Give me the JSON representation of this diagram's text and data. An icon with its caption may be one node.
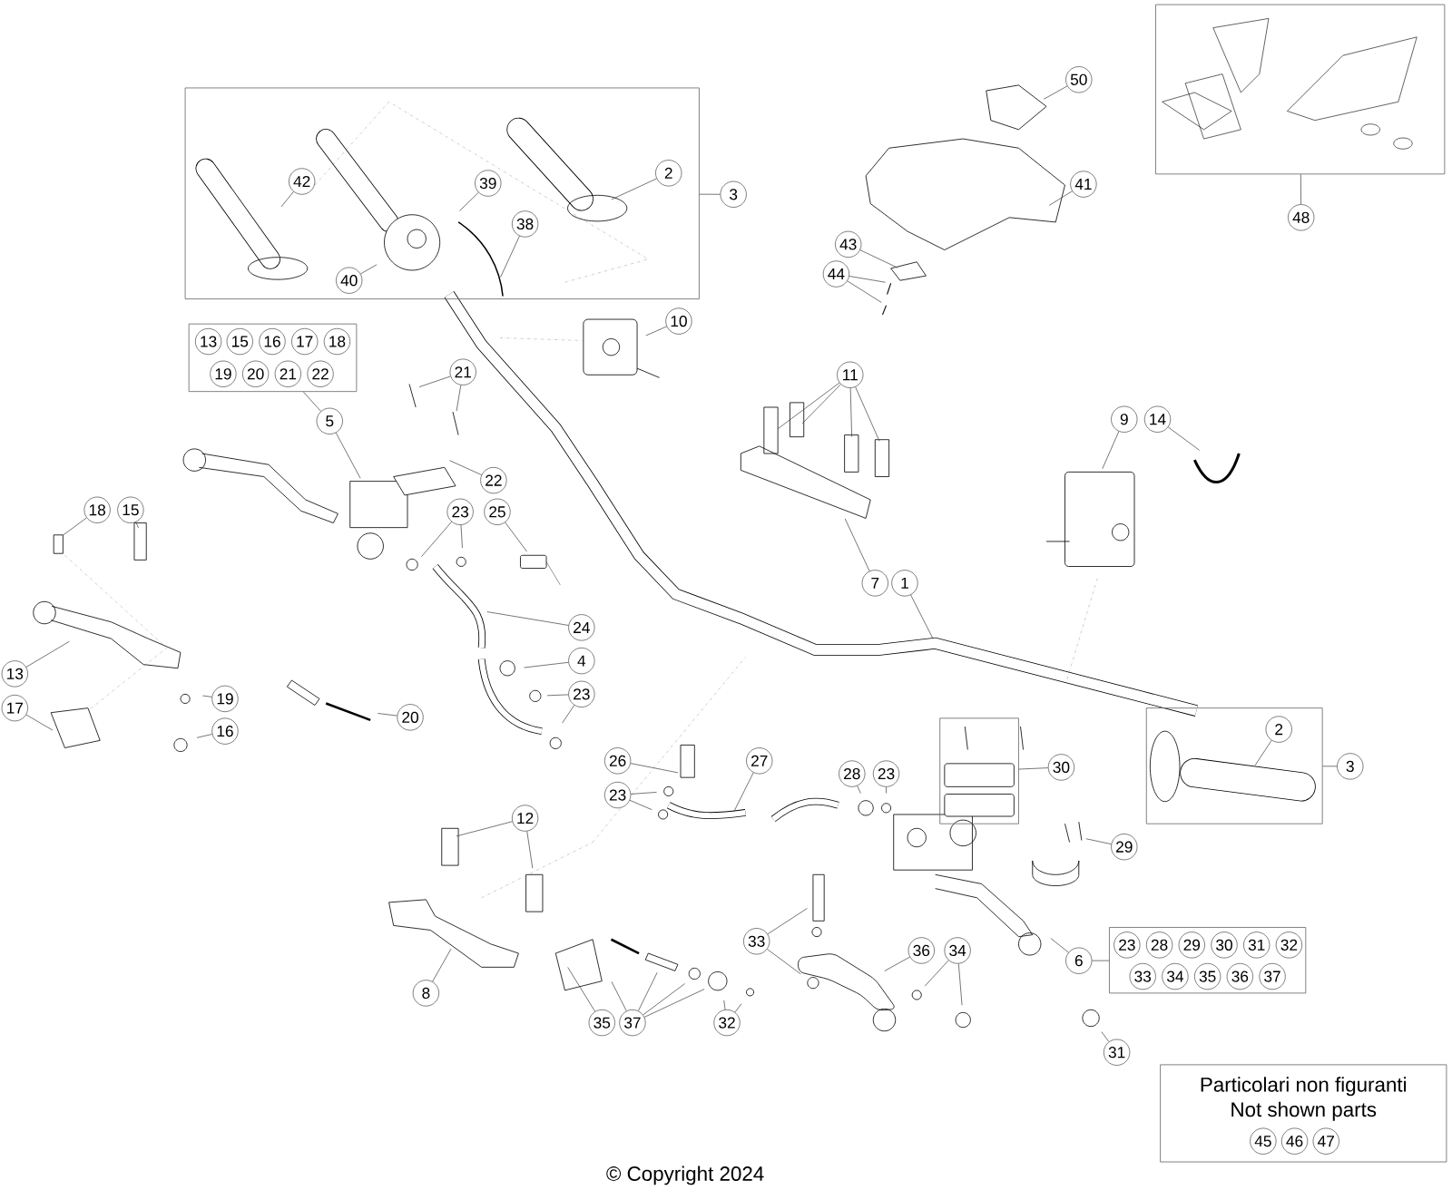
{
  "diagram": {
    "nodes": [
      {
        "text": [],
        "shape": "box"
      },
      {
        "text": [
          "42"
        ],
        "in": 0
      },
      {
        "text": [
          "39"
        ],
        "in": 0
      },
      {
        "text": [
          "2"
        ],
        "in": 0
      },
      {
        "text": [
          "38"
        ],
        "in": 0
      },
      {
        "text": [
          "40"
        ],
        "in": 0
      },
      {
        "text": [
          "3"
        ]
      },
      {
        "text": [
          "50"
        ]
      },
      {
        "text": [
          "41"
        ]
      },
      {
        "text": [
          "43"
        ]
      },
      {
        "text": [
          "44"
        ]
      },
      {
        "text": [],
        "shape": "box"
      },
      {
        "text": [
          "48"
        ]
      },
      {
        "text": [
          "10"
        ]
      },
      {
        "text": [],
        "shape": "box"
      },
      {
        "text": [
          "13"
        ],
        "in": 14
      },
      {
        "text": [
          "15"
        ],
        "in": 14
      },
      {
        "text": [
          "16"
        ],
        "in": 14
      },
      {
        "text": [
          "17"
        ],
        "in": 14
      },
      {
        "text": [
          "18"
        ],
        "in": 14
      },
      {
        "text": [
          "19"
        ],
        "in": 14
      },
      {
        "text": [
          "20"
        ],
        "in": 14
      },
      {
        "text": [
          "21"
        ],
        "in": 14
      },
      {
        "text": [
          "22"
        ],
        "in": 14
      },
      {
        "text": [
          "5"
        ]
      },
      {
        "text": [
          "21"
        ]
      },
      {
        "text": [
          "11"
        ]
      },
      {
        "text": [
          "9"
        ]
      },
      {
        "text": [
          "14"
        ]
      },
      {
        "text": [
          "22"
        ]
      },
      {
        "text": [
          "18"
        ]
      },
      {
        "text": [
          "15"
        ]
      },
      {
        "text": [
          "23"
        ]
      },
      {
        "text": [
          "25"
        ]
      },
      {
        "text": [
          "7"
        ]
      },
      {
        "text": [
          "1"
        ]
      },
      {
        "text": [
          "24"
        ]
      },
      {
        "text": [
          "13"
        ]
      },
      {
        "text": [
          "4"
        ]
      },
      {
        "text": [
          "23"
        ]
      },
      {
        "text": [
          "19"
        ]
      },
      {
        "text": [
          "20"
        ]
      },
      {
        "text": [
          "17"
        ]
      },
      {
        "text": [
          "16"
        ]
      },
      {
        "text": [],
        "shape": "box"
      },
      {
        "text": [
          "30"
        ]
      },
      {
        "text": [],
        "shape": "box"
      },
      {
        "text": [
          "2"
        ],
        "in": 46
      },
      {
        "text": [
          "3"
        ]
      },
      {
        "text": [
          "26"
        ]
      },
      {
        "text": [
          "27"
        ]
      },
      {
        "text": [
          "28"
        ]
      },
      {
        "text": [
          "23"
        ]
      },
      {
        "text": [
          "23"
        ]
      },
      {
        "text": [
          "12"
        ]
      },
      {
        "text": [
          "29"
        ]
      },
      {
        "text": [
          "33"
        ]
      },
      {
        "text": [
          "36"
        ]
      },
      {
        "text": [
          "34"
        ]
      },
      {
        "text": [
          "6"
        ]
      },
      {
        "text": [],
        "shape": "box"
      },
      {
        "text": [
          "23"
        ],
        "in": 60
      },
      {
        "text": [
          "28"
        ],
        "in": 60
      },
      {
        "text": [
          "29"
        ],
        "in": 60
      },
      {
        "text": [
          "30"
        ],
        "in": 60
      },
      {
        "text": [
          "31"
        ],
        "in": 60
      },
      {
        "text": [
          "32"
        ],
        "in": 60
      },
      {
        "text": [
          "33"
        ],
        "in": 60
      },
      {
        "text": [
          "34"
        ],
        "in": 60
      },
      {
        "text": [
          "35"
        ],
        "in": 60
      },
      {
        "text": [
          "36"
        ],
        "in": 60
      },
      {
        "text": [
          "37"
        ],
        "in": 60
      },
      {
        "text": [
          "8"
        ]
      },
      {
        "text": [
          "35"
        ]
      },
      {
        "text": [
          "37"
        ]
      },
      {
        "text": [
          "32"
        ]
      },
      {
        "text": [
          "31"
        ]
      },
      {
        "text": [
          "Particolari non figuranti",
          "Not shown parts"
        ]
      },
      {
        "text": [
          "45"
        ],
        "in": 77
      },
      {
        "text": [
          "46"
        ],
        "in": 77
      },
      {
        "text": [
          "47"
        ],
        "in": 77
      }
    ],
    "edges": [
      {
        "from": 1,
        "to": null,
        "arrow": "none"
      },
      {
        "from": 2,
        "to": null,
        "arrow": "none"
      },
      {
        "from": 3,
        "to": null,
        "arrow": "none"
      },
      {
        "from": 4,
        "to": null,
        "arrow": "none"
      },
      {
        "from": 5,
        "to": null,
        "arrow": "none"
      },
      {
        "from": 6,
        "to": 0,
        "arrow": "none"
      },
      {
        "from": 7,
        "to": null,
        "arrow": "none"
      },
      {
        "from": 8,
        "to": null,
        "arrow": "none"
      },
      {
        "from": 9,
        "to": null,
        "arrow": "none"
      },
      {
        "from": 10,
        "to": null,
        "arrow": "none"
      },
      {
        "from": 10,
        "to": null,
        "arrow": "none"
      },
      {
        "from": 12,
        "to": 11,
        "arrow": "none"
      },
      {
        "from": 13,
        "to": null,
        "arrow": "none"
      },
      {
        "from": 24,
        "to": 14,
        "arrow": "none"
      },
      {
        "from": 24,
        "to": null,
        "arrow": "none"
      },
      {
        "from": 25,
        "to": null,
        "arrow": "none"
      },
      {
        "from": 25,
        "to": null,
        "arrow": "none"
      },
      {
        "from": 26,
        "to": null,
        "arrow": "none"
      },
      {
        "from": 26,
        "to": null,
        "arrow": "none"
      },
      {
        "from": 26,
        "to": null,
        "arrow": "none"
      },
      {
        "from": 26,
        "to": null,
        "arrow": "none"
      },
      {
        "from": 27,
        "to": null,
        "arrow": "none"
      },
      {
        "from": 28,
        "to": null,
        "arrow": "none"
      },
      {
        "from": 29,
        "to": null,
        "arrow": "none"
      },
      {
        "from": 30,
        "to": null,
        "arrow": "none"
      },
      {
        "from": 31,
        "to": null,
        "arrow": "none"
      },
      {
        "from": 32,
        "to": null,
        "arrow": "none"
      },
      {
        "from": 32,
        "to": null,
        "arrow": "none"
      },
      {
        "from": 33,
        "to": null,
        "arrow": "none"
      },
      {
        "from": 34,
        "to": null,
        "arrow": "none"
      },
      {
        "from": 35,
        "to": null,
        "arrow": "none"
      },
      {
        "from": 36,
        "to": null,
        "arrow": "none"
      },
      {
        "from": 37,
        "to": null,
        "arrow": "none"
      },
      {
        "from": 38,
        "to": null,
        "arrow": "none"
      },
      {
        "from": 39,
        "to": null,
        "arrow": "none"
      },
      {
        "from": 39,
        "to": null,
        "arrow": "none"
      },
      {
        "from": 40,
        "to": null,
        "arrow": "none"
      },
      {
        "from": 41,
        "to": null,
        "arrow": "none"
      },
      {
        "from": 42,
        "to": null,
        "arrow": "none"
      },
      {
        "from": 43,
        "to": null,
        "arrow": "none"
      },
      {
        "from": 45,
        "to": 44,
        "arrow": "none"
      },
      {
        "from": 47,
        "to": null,
        "arrow": "none"
      },
      {
        "from": 48,
        "to": 46,
        "arrow": "none"
      },
      {
        "from": 49,
        "to": null,
        "arrow": "none"
      },
      {
        "from": 50,
        "to": null,
        "arrow": "none"
      },
      {
        "from": 51,
        "to": null,
        "arrow": "none"
      },
      {
        "from": 52,
        "to": null,
        "arrow": "none"
      },
      {
        "from": 53,
        "to": null,
        "arrow": "none"
      },
      {
        "from": 53,
        "to": null,
        "arrow": "none"
      },
      {
        "from": 54,
        "to": null,
        "arrow": "none"
      },
      {
        "from": 54,
        "to": null,
        "arrow": "none"
      },
      {
        "from": 55,
        "to": null,
        "arrow": "none"
      },
      {
        "from": 56,
        "to": null,
        "arrow": "none"
      },
      {
        "from": 56,
        "to": null,
        "arrow": "none"
      },
      {
        "from": 57,
        "to": null,
        "arrow": "none"
      },
      {
        "from": 58,
        "to": null,
        "arrow": "none"
      },
      {
        "from": 58,
        "to": null,
        "arrow": "none"
      },
      {
        "from": 59,
        "to": null,
        "arrow": "none"
      },
      {
        "from": 59,
        "to": 60,
        "arrow": "none"
      },
      {
        "from": 72,
        "to": null,
        "arrow": "none"
      },
      {
        "from": 73,
        "to": null,
        "arrow": "none"
      },
      {
        "from": 74,
        "to": null,
        "arrow": "none"
      },
      {
        "from": 74,
        "to": null,
        "arrow": "none"
      },
      {
        "from": 74,
        "to": null,
        "arrow": "none"
      },
      {
        "from": 74,
        "to": null,
        "arrow": "none"
      },
      {
        "from": 75,
        "to": null,
        "arrow": "none"
      },
      {
        "from": 75,
        "to": null,
        "arrow": "none"
      },
      {
        "from": 76,
        "to": null,
        "arrow": "none"
      }
    ],
    "labels": [
      "© Copyright 2024"
    ]
  }
}
